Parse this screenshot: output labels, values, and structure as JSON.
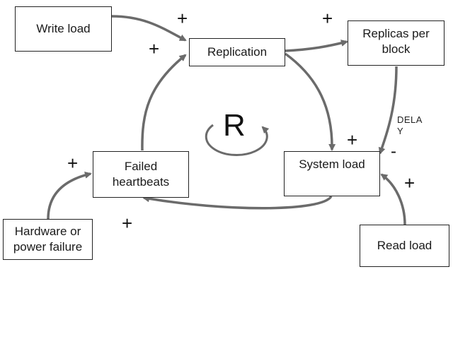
{
  "nodes": {
    "write_load": "Write load",
    "replication": "Replication",
    "replicas_per_block": "Replicas per\nblock",
    "failed_heartbeats": "Failed\nheartbeats",
    "system_load": "System load",
    "hardware_failure": "Hardware or\npower failure",
    "read_load": "Read load"
  },
  "polarity": {
    "write_to_replication": "+",
    "failed_to_replication": "+",
    "replication_to_replicas": "+",
    "replication_to_system": "+",
    "replicas_to_system": "-",
    "read_to_system": "+",
    "hardware_to_failed": "+",
    "system_to_failed": "+"
  },
  "delay_label": "DELA\nY",
  "loop": {
    "label": "R"
  },
  "colors": {
    "arrow": "#6b6b6b",
    "border": "#222222"
  }
}
